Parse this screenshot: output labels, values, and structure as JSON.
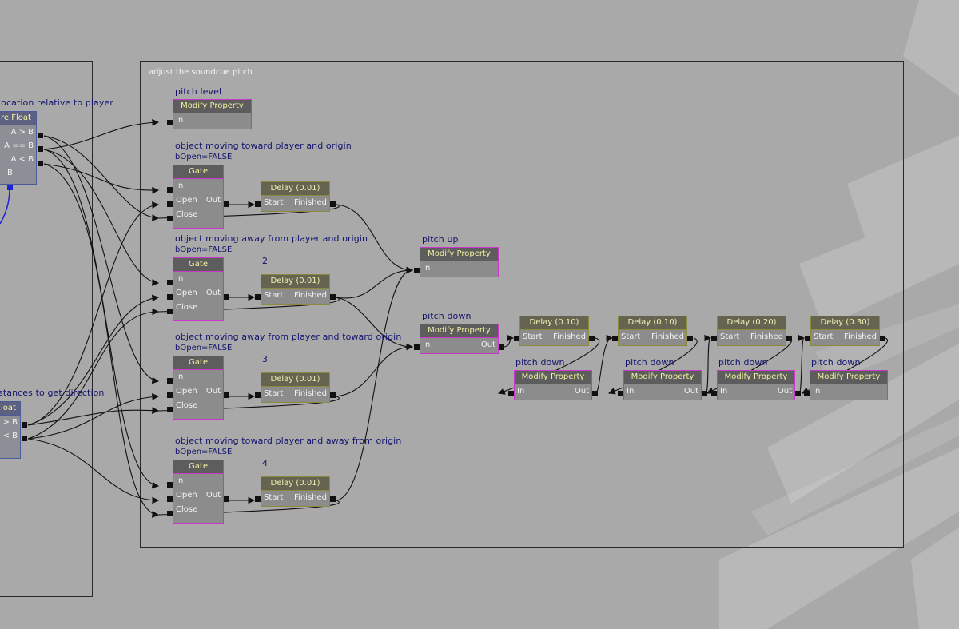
{
  "outer_comment": {
    "label": "adjust the soundcue pitch"
  },
  "left_partial": {
    "title_top": "location relative to player",
    "compare_top_header": "re Float",
    "compare_top_outputs": [
      "A > B",
      "A == B",
      "A < B"
    ],
    "compare_top_input": "B",
    "title_bottom": "stances to get direction",
    "compare_bottom_header": "loat",
    "compare_bottom_outputs": [
      "> B",
      "< B"
    ]
  },
  "pitch_level": {
    "title": "pitch level",
    "header": "Modify Property",
    "input": "In"
  },
  "gates": [
    {
      "title": "object moving toward player and origin",
      "sub": "bOpen=FALSE",
      "header": "Gate",
      "in": "In",
      "open": "Open",
      "out": "Out",
      "close": "Close",
      "delay_num": "",
      "delay": "Delay (0.01)",
      "start": "Start",
      "finished": "Finished"
    },
    {
      "title": "object moving away from player and origin",
      "sub": "bOpen=FALSE",
      "header": "Gate",
      "in": "In",
      "open": "Open",
      "out": "Out",
      "close": "Close",
      "delay_num": "2",
      "delay": "Delay (0.01)",
      "start": "Start",
      "finished": "Finished"
    },
    {
      "title": "object moving away from player and toward origin",
      "sub": "bOpen=FALSE",
      "header": "Gate",
      "in": "In",
      "open": "Open",
      "out": "Out",
      "close": "Close",
      "delay_num": "3",
      "delay": "Delay (0.01)",
      "start": "Start",
      "finished": "Finished"
    },
    {
      "title": "object moving toward player and away from origin",
      "sub": "bOpen=FALSE",
      "header": "Gate",
      "in": "In",
      "open": "Open",
      "out": "Out",
      "close": "Close",
      "delay_num": "4",
      "delay": "Delay (0.01)",
      "start": "Start",
      "finished": "Finished"
    }
  ],
  "pitch_up": {
    "title": "pitch up",
    "header": "Modify Property",
    "input": "In"
  },
  "pitch_down_main": {
    "title": "pitch down",
    "header": "Modify Property",
    "input": "In",
    "output": "Out"
  },
  "chain": [
    {
      "delay": "Delay (0.10)",
      "start": "Start",
      "finished": "Finished",
      "title": "pitch down",
      "header": "Modify Property",
      "input": "In",
      "output": "Out"
    },
    {
      "delay": "Delay (0.10)",
      "start": "Start",
      "finished": "Finished",
      "title": "pitch down",
      "header": "Modify Property",
      "input": "In",
      "output": "Out"
    },
    {
      "delay": "Delay (0.20)",
      "start": "Start",
      "finished": "Finished",
      "title": "pitch down",
      "header": "Modify Property",
      "input": "In",
      "output": "Out"
    },
    {
      "delay": "Delay (0.30)",
      "start": "Start",
      "finished": "Finished",
      "title": "pitch down",
      "header": "Modify Property",
      "input": "In",
      "output": ""
    }
  ],
  "colors": {
    "background": "#a9a9a9",
    "title_text": "#13136e",
    "header_text": "#f2f2a0",
    "action_border": "#c837c8",
    "delay_border": "#8a8a3a",
    "wire": "#111111",
    "variable_link": "#1c24d8"
  }
}
